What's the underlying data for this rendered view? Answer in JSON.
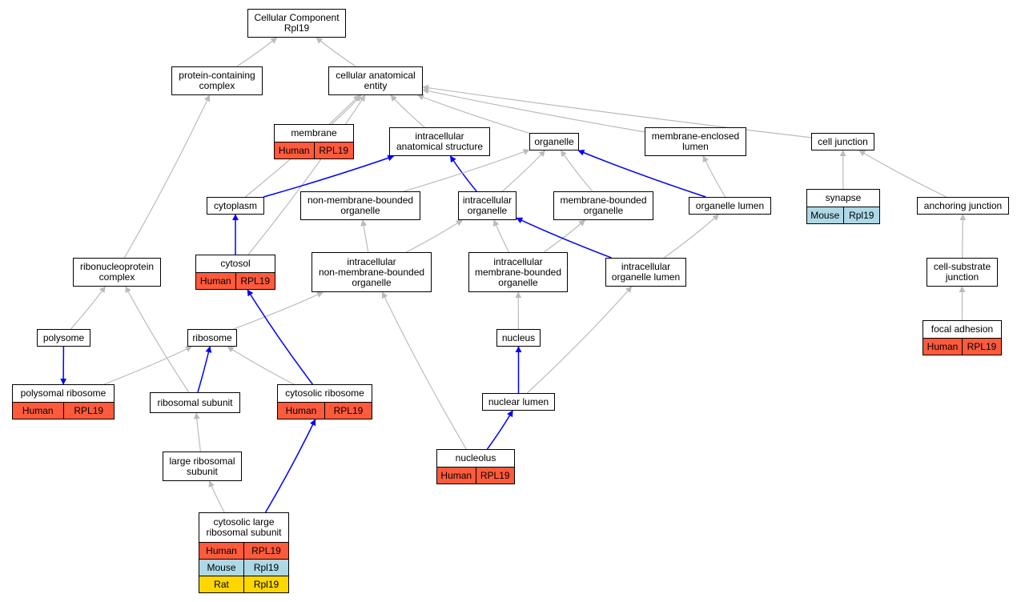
{
  "colors": {
    "human": "#FF5A3C",
    "mouse": "#ADD8E6",
    "rat": "#FFD700",
    "is_a_edge": "#BBBBBB",
    "part_of_edge": "#0000FF"
  },
  "nodes": {
    "root": {
      "label": "Cellular Component\nRpl19",
      "rows": []
    },
    "protein_complex": {
      "label": "protein-containing\ncomplex",
      "rows": []
    },
    "cellular_anatomical_entity": {
      "label": "cellular anatomical\nentity",
      "rows": []
    },
    "membrane": {
      "label": "membrane",
      "rows": [
        {
          "species": "Human",
          "gene": "RPL19"
        }
      ]
    },
    "intracellular_anatomical_structure": {
      "label": "intracellular\nanatomical structure",
      "rows": []
    },
    "organelle": {
      "label": "organelle",
      "rows": []
    },
    "membrane_enclosed_lumen": {
      "label": "membrane-enclosed\nlumen",
      "rows": []
    },
    "cell_junction": {
      "label": "cell junction",
      "rows": []
    },
    "cytoplasm": {
      "label": "cytoplasm",
      "rows": []
    },
    "non_membrane_bounded_organelle": {
      "label": "non-membrane-bounded\norganelle",
      "rows": []
    },
    "intracellular_organelle": {
      "label": "intracellular\norganelle",
      "rows": []
    },
    "membrane_bounded_organelle": {
      "label": "membrane-bounded\norganelle",
      "rows": []
    },
    "organelle_lumen": {
      "label": "organelle lumen",
      "rows": []
    },
    "synapse": {
      "label": "synapse",
      "rows": [
        {
          "species": "Mouse",
          "gene": "Rpl19"
        }
      ]
    },
    "anchoring_junction": {
      "label": "anchoring junction",
      "rows": []
    },
    "ribonucleoprotein_complex": {
      "label": "ribonucleoprotein\ncomplex",
      "rows": []
    },
    "cytosol": {
      "label": "cytosol",
      "rows": [
        {
          "species": "Human",
          "gene": "RPL19"
        }
      ]
    },
    "intracellular_nmb_organelle": {
      "label": "intracellular\nnon-membrane-bounded\norganelle",
      "rows": []
    },
    "intracellular_mb_organelle": {
      "label": "intracellular\nmembrane-bounded\norganelle",
      "rows": []
    },
    "intracellular_organelle_lumen": {
      "label": "intracellular\norganelle lumen",
      "rows": []
    },
    "cell_substrate_junction": {
      "label": "cell-substrate\njunction",
      "rows": []
    },
    "polysome": {
      "label": "polysome",
      "rows": []
    },
    "ribosome": {
      "label": "ribosome",
      "rows": []
    },
    "nucleus": {
      "label": "nucleus",
      "rows": []
    },
    "focal_adhesion": {
      "label": "focal adhesion",
      "rows": [
        {
          "species": "Human",
          "gene": "RPL19"
        }
      ]
    },
    "polysomal_ribosome": {
      "label": "polysomal ribosome",
      "rows": [
        {
          "species": "Human",
          "gene": "RPL19"
        }
      ]
    },
    "ribosomal_subunit": {
      "label": "ribosomal subunit",
      "rows": []
    },
    "cytosolic_ribosome": {
      "label": "cytosolic ribosome",
      "rows": [
        {
          "species": "Human",
          "gene": "RPL19"
        }
      ]
    },
    "nuclear_lumen": {
      "label": "nuclear lumen",
      "rows": []
    },
    "large_ribosomal_subunit": {
      "label": "large ribosomal\nsubunit",
      "rows": []
    },
    "nucleolus": {
      "label": "nucleolus",
      "rows": [
        {
          "species": "Human",
          "gene": "RPL19"
        }
      ]
    },
    "cytosolic_large_ribosomal_subunit": {
      "label": "cytosolic large\nribosomal subunit",
      "rows": [
        {
          "species": "Human",
          "gene": "RPL19"
        },
        {
          "species": "Mouse",
          "gene": "Rpl19"
        },
        {
          "species": "Rat",
          "gene": "Rpl19"
        }
      ]
    }
  },
  "edges": [
    {
      "from": "protein_complex",
      "to": "root",
      "relation": "is_a"
    },
    {
      "from": "cellular_anatomical_entity",
      "to": "root",
      "relation": "is_a"
    },
    {
      "from": "membrane",
      "to": "cellular_anatomical_entity",
      "relation": "is_a"
    },
    {
      "from": "intracellular_anatomical_structure",
      "to": "cellular_anatomical_entity",
      "relation": "is_a"
    },
    {
      "from": "organelle",
      "to": "cellular_anatomical_entity",
      "relation": "is_a"
    },
    {
      "from": "membrane_enclosed_lumen",
      "to": "cellular_anatomical_entity",
      "relation": "is_a"
    },
    {
      "from": "cell_junction",
      "to": "cellular_anatomical_entity",
      "relation": "is_a"
    },
    {
      "from": "cytoplasm",
      "to": "cellular_anatomical_entity",
      "relation": "is_a"
    },
    {
      "from": "cytosol",
      "to": "cellular_anatomical_entity",
      "relation": "is_a"
    },
    {
      "from": "cytoplasm",
      "to": "intracellular_anatomical_structure",
      "relation": "part_of"
    },
    {
      "from": "intracellular_organelle",
      "to": "intracellular_anatomical_structure",
      "relation": "part_of"
    },
    {
      "from": "non_membrane_bounded_organelle",
      "to": "organelle",
      "relation": "is_a"
    },
    {
      "from": "intracellular_organelle",
      "to": "organelle",
      "relation": "is_a"
    },
    {
      "from": "membrane_bounded_organelle",
      "to": "organelle",
      "relation": "is_a"
    },
    {
      "from": "organelle_lumen",
      "to": "organelle",
      "relation": "part_of"
    },
    {
      "from": "organelle_lumen",
      "to": "membrane_enclosed_lumen",
      "relation": "is_a"
    },
    {
      "from": "synapse",
      "to": "cell_junction",
      "relation": "is_a"
    },
    {
      "from": "anchoring_junction",
      "to": "cell_junction",
      "relation": "is_a"
    },
    {
      "from": "cell_substrate_junction",
      "to": "anchoring_junction",
      "relation": "is_a"
    },
    {
      "from": "focal_adhesion",
      "to": "cell_substrate_junction",
      "relation": "is_a"
    },
    {
      "from": "ribonucleoprotein_complex",
      "to": "protein_complex",
      "relation": "is_a"
    },
    {
      "from": "cytosol",
      "to": "cytoplasm",
      "relation": "part_of"
    },
    {
      "from": "intracellular_nmb_organelle",
      "to": "non_membrane_bounded_organelle",
      "relation": "is_a"
    },
    {
      "from": "intracellular_nmb_organelle",
      "to": "intracellular_organelle",
      "relation": "is_a"
    },
    {
      "from": "intracellular_mb_organelle",
      "to": "intracellular_organelle",
      "relation": "is_a"
    },
    {
      "from": "intracellular_mb_organelle",
      "to": "membrane_bounded_organelle",
      "relation": "is_a"
    },
    {
      "from": "intracellular_organelle_lumen",
      "to": "intracellular_organelle",
      "relation": "part_of"
    },
    {
      "from": "intracellular_organelle_lumen",
      "to": "organelle_lumen",
      "relation": "is_a"
    },
    {
      "from": "polysome",
      "to": "ribonucleoprotein_complex",
      "relation": "is_a"
    },
    {
      "from": "ribosomal_subunit",
      "to": "ribonucleoprotein_complex",
      "relation": "is_a"
    },
    {
      "from": "ribosome",
      "to": "intracellular_nmb_organelle",
      "relation": "is_a"
    },
    {
      "from": "nucleus",
      "to": "intracellular_mb_organelle",
      "relation": "is_a"
    },
    {
      "from": "nuclear_lumen",
      "to": "intracellular_organelle_lumen",
      "relation": "is_a"
    },
    {
      "from": "polysome",
      "to": "polysomal_ribosome",
      "relation": "part_of_reverse"
    },
    {
      "from": "polysomal_ribosome",
      "to": "ribosome",
      "relation": "is_a"
    },
    {
      "from": "ribosomal_subunit",
      "to": "ribosome",
      "relation": "part_of"
    },
    {
      "from": "cytosolic_ribosome",
      "to": "ribosome",
      "relation": "is_a"
    },
    {
      "from": "cytosolic_ribosome",
      "to": "cytosol",
      "relation": "part_of"
    },
    {
      "from": "nuclear_lumen",
      "to": "nucleus",
      "relation": "part_of"
    },
    {
      "from": "large_ribosomal_subunit",
      "to": "ribosomal_subunit",
      "relation": "is_a"
    },
    {
      "from": "cytosolic_large_ribosomal_subunit",
      "to": "large_ribosomal_subunit",
      "relation": "is_a"
    },
    {
      "from": "cytosolic_large_ribosomal_subunit",
      "to": "cytosolic_ribosome",
      "relation": "part_of"
    },
    {
      "from": "nucleolus",
      "to": "nuclear_lumen",
      "relation": "part_of"
    },
    {
      "from": "nucleolus",
      "to": "intracellular_nmb_organelle",
      "relation": "is_a"
    }
  ]
}
